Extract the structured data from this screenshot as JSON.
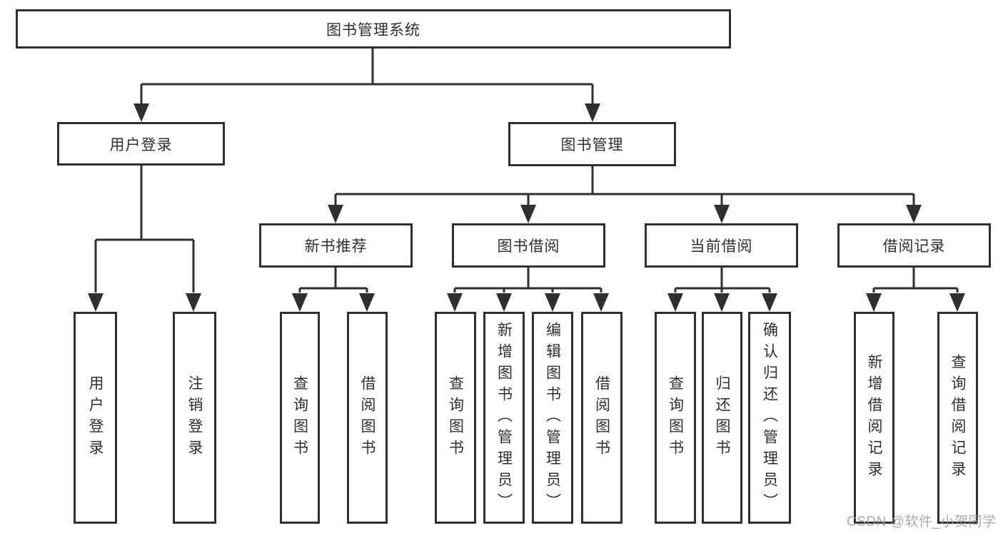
{
  "diagram": {
    "title": "图书管理系统",
    "tree": {
      "label": "图书管理系统",
      "children": [
        {
          "label": "用户登录",
          "children": [
            {
              "label": "用户登录"
            },
            {
              "label": "注销登录"
            }
          ]
        },
        {
          "label": "图书管理",
          "children": [
            {
              "label": "新书推荐",
              "children": [
                {
                  "label": "查询图书"
                },
                {
                  "label": "借阅图书"
                }
              ]
            },
            {
              "label": "图书借阅",
              "children": [
                {
                  "label": "查询图书"
                },
                {
                  "label": "新增图书（管理员）"
                },
                {
                  "label": "编辑图书（管理员）"
                },
                {
                  "label": "借阅图书"
                }
              ]
            },
            {
              "label": "当前借阅",
              "children": [
                {
                  "label": "查询图书"
                },
                {
                  "label": "归还图书"
                },
                {
                  "label": "确认归还（管理员）"
                }
              ]
            },
            {
              "label": "借阅记录",
              "children": [
                {
                  "label": "新增借阅记录"
                },
                {
                  "label": "查询借阅记录"
                }
              ]
            }
          ]
        }
      ]
    }
  },
  "watermark": "CSDN @软件_小贺同学",
  "colors": {
    "line": "#2f2f2f",
    "box_border": "#2f2f2f",
    "box_background": "#ffffff",
    "text": "#2f2f2f",
    "watermark": "#9c9c9c"
  }
}
